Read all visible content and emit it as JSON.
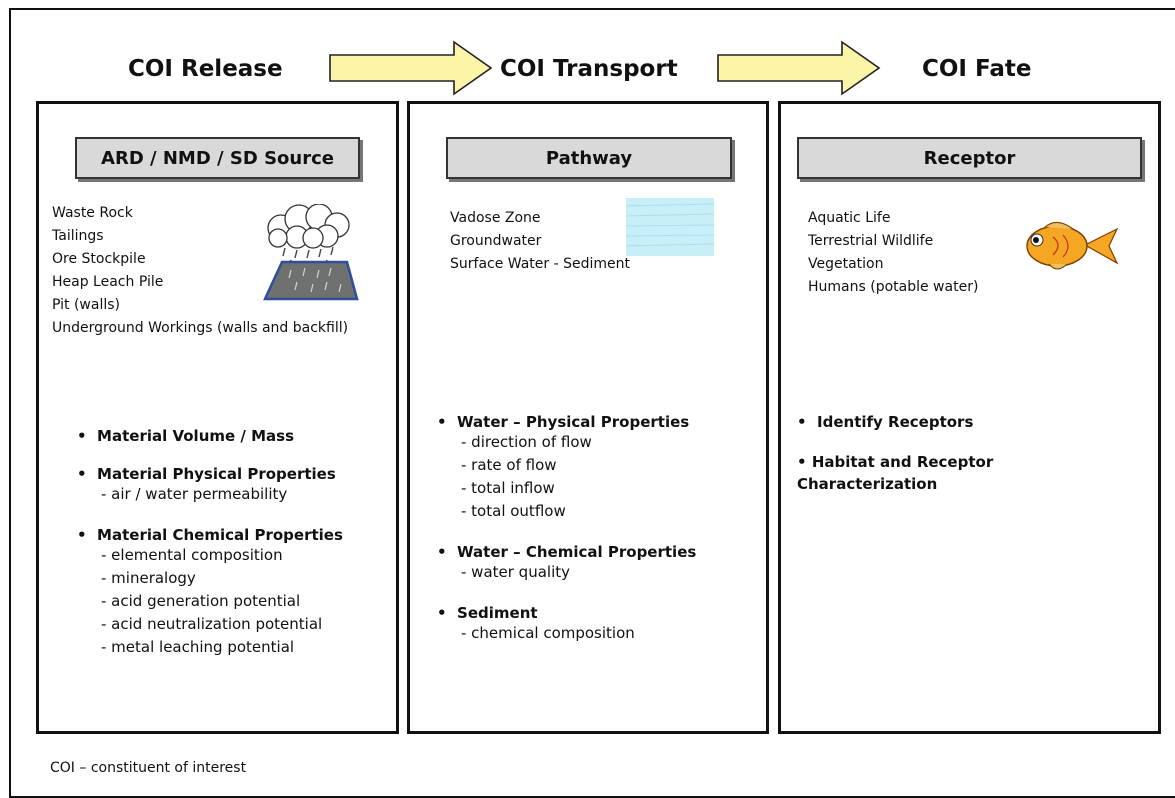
{
  "stages": {
    "release": "COI Release",
    "transport": "COI Transport",
    "fate": "COI Fate"
  },
  "source": {
    "heading": "ARD / NMD / SD Source",
    "icon": "rain-cloud-pile-icon",
    "items": [
      "Waste Rock",
      "Tailings",
      "Ore Stockpile",
      "Heap Leach Pile",
      "Pit (walls)",
      "Underground Workings (walls and backfill)"
    ],
    "b1": "Material Volume / Mass",
    "b2": "Material Physical Properties",
    "b2_subs": [
      "- air / water permeability"
    ],
    "b3": "Material Chemical Properties",
    "b3_subs": [
      "- elemental composition",
      "- mineralogy",
      "- acid generation potential",
      "- acid neutralization potential",
      "- metal leaching potential"
    ]
  },
  "pathway": {
    "heading": "Pathway",
    "icon": "water-swatch-icon",
    "items": [
      "Vadose Zone",
      "Groundwater",
      "Surface Water - Sediment"
    ],
    "b1": "Water – Physical Properties",
    "b1_subs": [
      "- direction of flow",
      "- rate of flow",
      "- total inflow",
      "- total outflow"
    ],
    "b2": "Water – Chemical Properties",
    "b2_subs": [
      "- water quality"
    ],
    "b3": "Sediment",
    "b3_subs": [
      "- chemical composition"
    ]
  },
  "receptor": {
    "heading": "Receptor",
    "icon": "goldfish-icon",
    "items": [
      "Aquatic Life",
      "Terrestrial Wildlife",
      "Vegetation",
      "Humans (potable water)"
    ],
    "b1": "Identify Receptors",
    "b2": "Habitat and Receptor Characterization"
  },
  "footnote": "COI – constituent of interest",
  "colors": {
    "arrow_fill": "#fbf5a8",
    "heading_fill": "#d9d9d9",
    "water": "#c8eef7",
    "fish": "#f5a623"
  }
}
